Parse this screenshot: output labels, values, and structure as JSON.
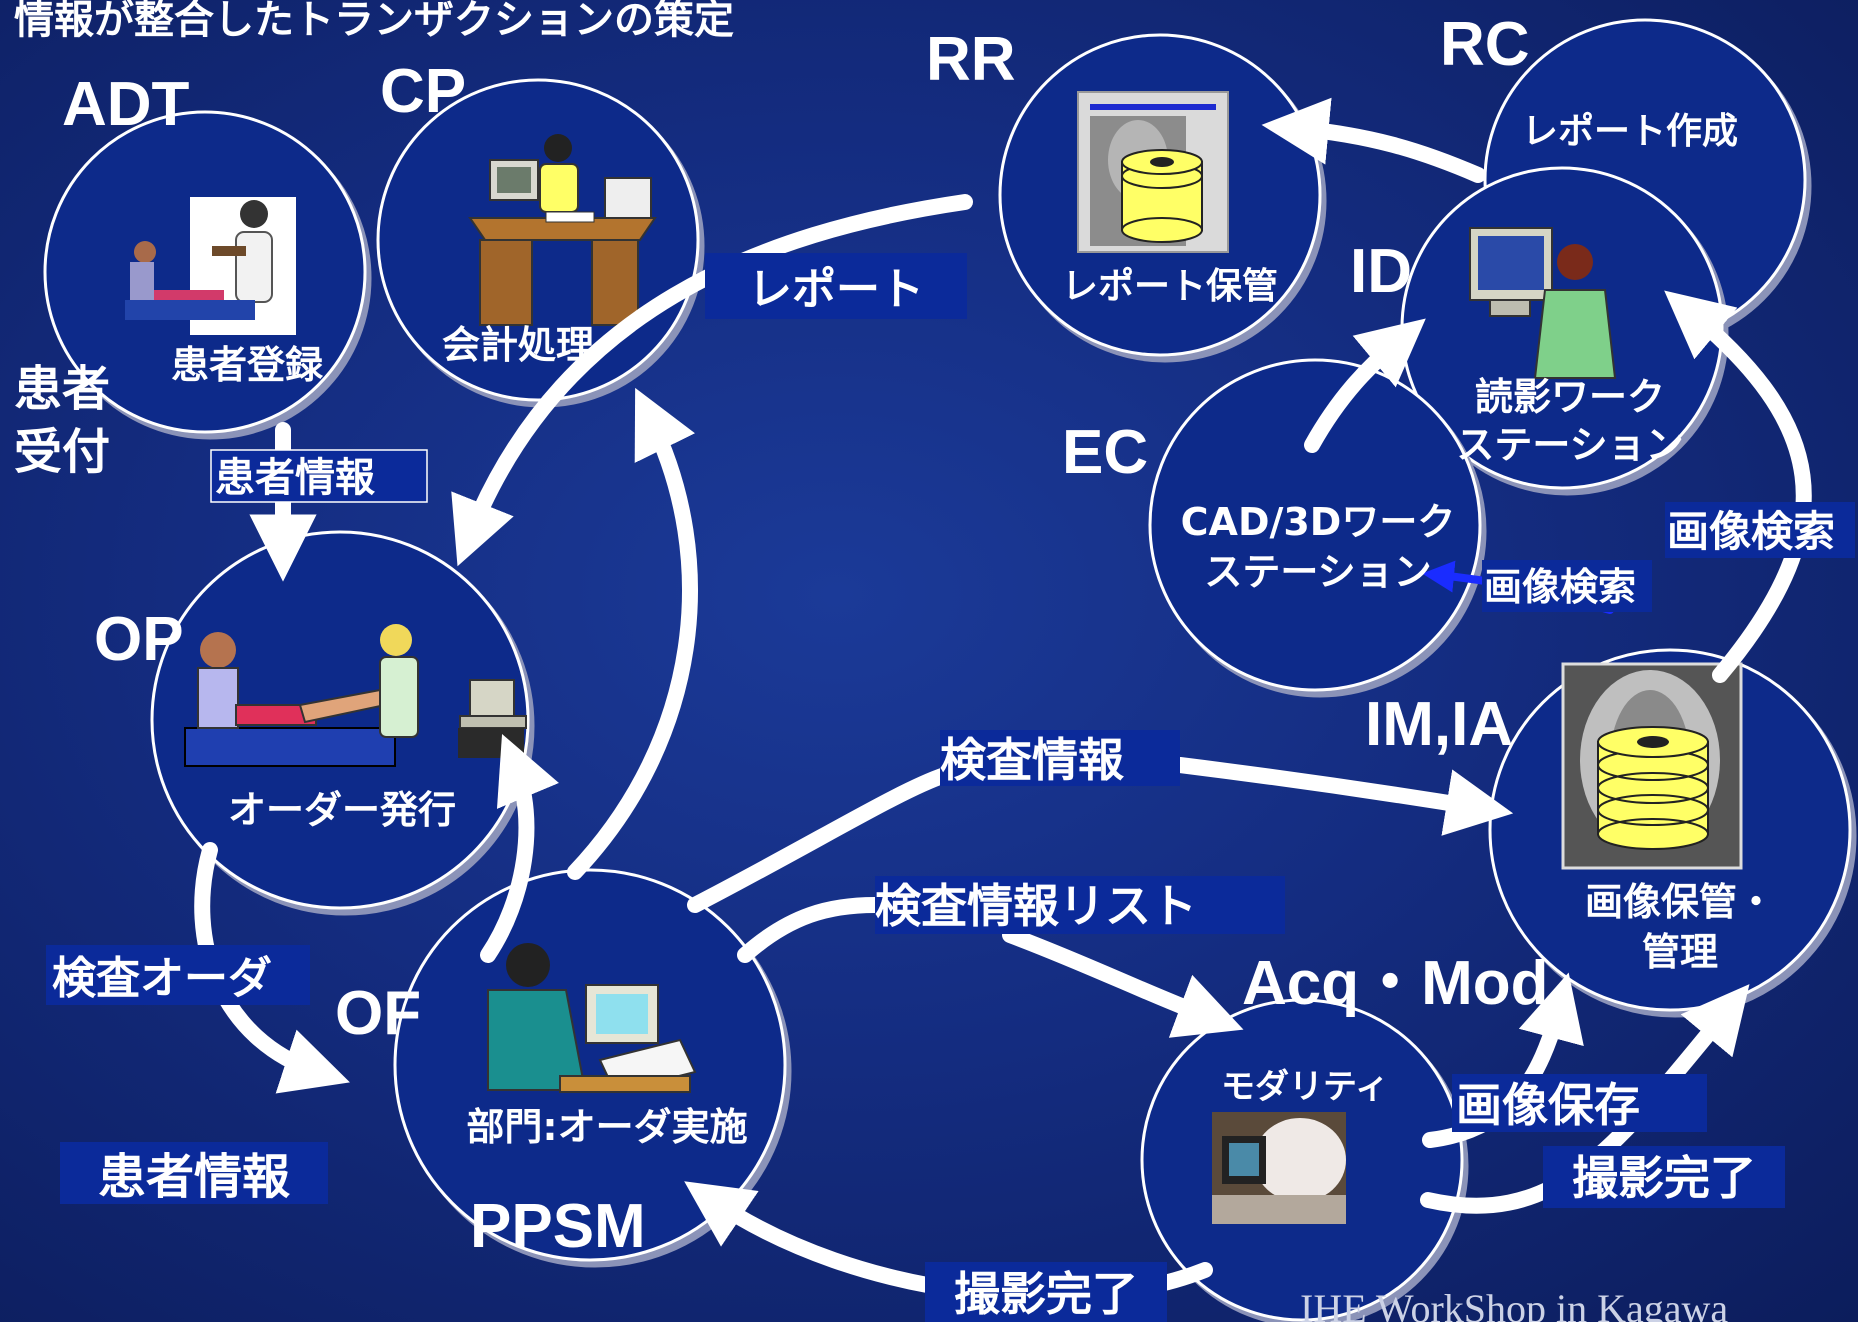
{
  "title": "情報が整合したトランザクションの策定",
  "footer": "IHE WorkShop in Kagawa",
  "actors": {
    "adt": "ADT",
    "cp": "CP",
    "rr": "RR",
    "rc": "RC",
    "id": "ID",
    "ec": "EC",
    "op": "OP",
    "of": "OF",
    "ppsm": "PPSM",
    "imia": "IM,IA",
    "acqmod": "Acq・Mod"
  },
  "nodes": {
    "patient_reg": "患者登録",
    "accounting": "会計処理",
    "report_store": "レポート保管",
    "report_create": "レポート作成",
    "reading_ws_1": "読影ワーク",
    "reading_ws_2": "ステーション",
    "cad_ws_1": "CAD/3Dワーク",
    "cad_ws_2": "ステーション",
    "order_issue": "オーダー発行",
    "dept_order": "部門:オーダ実施",
    "image_mgmt_1": "画像保管・",
    "image_mgmt_2": "管理",
    "modality": "モダリティ"
  },
  "side_label": {
    "line1": "患者",
    "line2": "受付"
  },
  "flows": {
    "report": "レポート",
    "patient_info_1": "患者情報",
    "exam_order": "検査オーダ",
    "patient_info_2": "患者情報",
    "exam_info": "検査情報",
    "exam_info_list": "検査情報リスト",
    "image_search_1": "画像検索",
    "image_search_2": "画像検索",
    "image_store": "画像保存",
    "acq_complete_1": "撮影完了",
    "acq_complete_2": "撮影完了"
  },
  "icons": [
    "patient-nurse-icon",
    "accountant-desk-icon",
    "xray-disk-icon",
    "radiologist-workstation-icon",
    "patient-doctor-icon",
    "clerk-computer-icon",
    "modality-scanner-icon",
    "xray-disk-archive-icon"
  ],
  "colors": {
    "background": "#142c80",
    "circle_fill": "#0d2a8a",
    "box_fill": "#0b2a9a",
    "arrow": "#ffffff",
    "accent_arrow": "#1a2cff"
  }
}
